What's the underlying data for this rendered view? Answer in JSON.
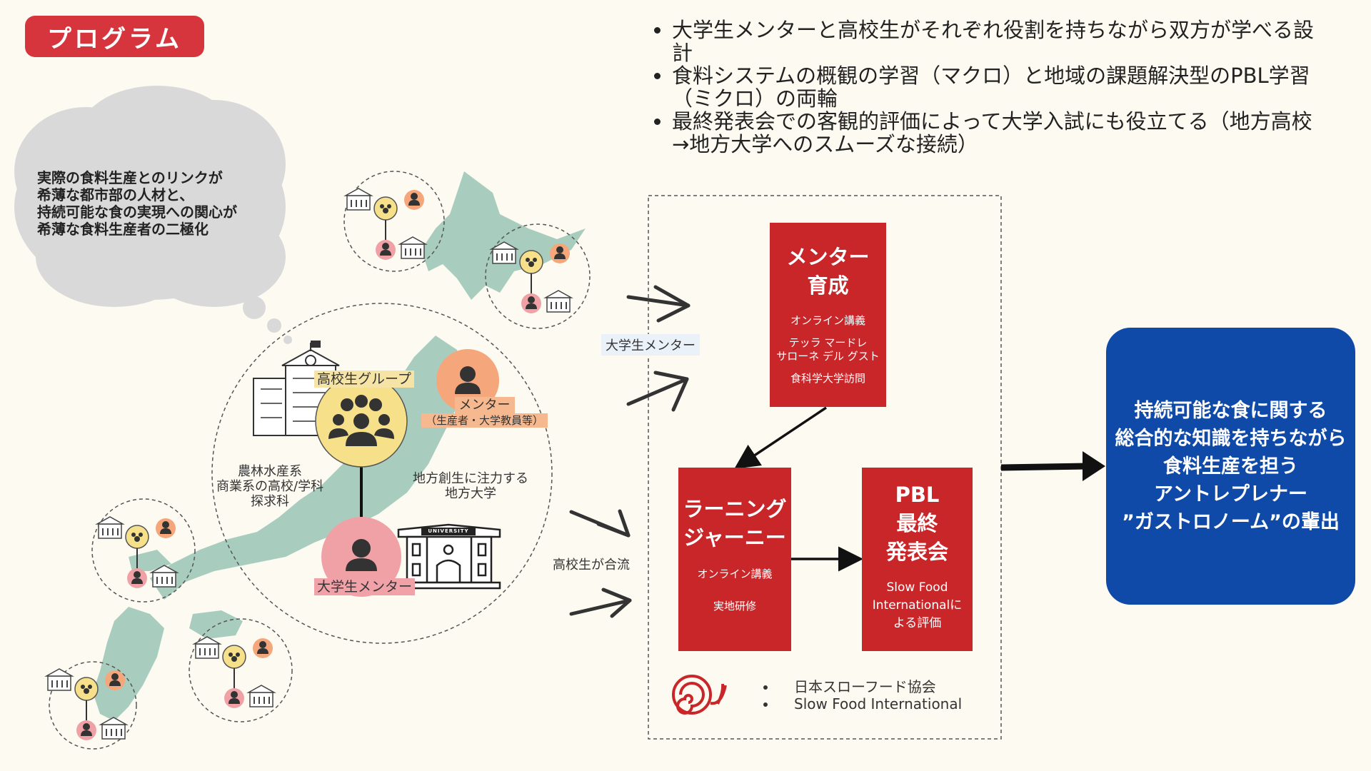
{
  "header": {
    "badge": "プログラム"
  },
  "bullets": [
    "大学生メンターと高校生がそれぞれ役割を持ちながら双方が学べる設計",
    "食料システムの概観の学習（マクロ）と地域の課題解決型のPBL学習（ミクロ）の両輪",
    "最終発表会での客観的評価によって大学入試にも役立てる（地方高校→地方大学へのスムーズな接続）"
  ],
  "thought_bubble": {
    "lines": [
      "実際の食料生産とのリンクが",
      "希薄な都市部の人材と、",
      "持続可能な食の実現への関心が",
      "希薄な食料生産者の二極化"
    ]
  },
  "hub": {
    "students_label": "高校生グループ",
    "mentor_label": "メンター",
    "mentor_sub": "（生産者・大学教員等）",
    "school_type": "農林水産系\n商業系の高校/学科\n探求科",
    "university_type": "地方創生に注力する\n地方大学",
    "university_sign": "UNIVERSITY",
    "student_mentor_label": "大学生メンター"
  },
  "flow": {
    "input_top": "大学生メンター",
    "input_bottom": "高校生が合流",
    "mentor_training": {
      "title": "メンター\n育成",
      "items": [
        "オンライン講義",
        "テッラ マードレ\nサローネ デル グスト",
        "食科学大学訪問"
      ]
    },
    "learning_journey": {
      "title": "ラーニング\nジャーニー",
      "items": [
        "オンライン講義",
        "実地研修"
      ]
    },
    "pbl": {
      "title": "PBL\n最終\n発表会",
      "items": [
        "Slow Food\nInternationalに\nよる評価"
      ]
    },
    "partners": [
      "日本スローフード協会",
      "Slow Food International"
    ]
  },
  "outcome": {
    "lines": [
      "持続可能な食に関する",
      "総合的な知識を持ちながら",
      "食料生産を担う",
      "アントレプレナー",
      "”ガストロノーム”の輩出"
    ]
  },
  "colors": {
    "badge": "#d6353d",
    "red_box": "#c9262a",
    "outcome": "#0f4aa8",
    "map": "#a8cdbf",
    "student_circle": "#f6e08a",
    "mentor_circle": "#f5a67a",
    "univ_mentor_circle": "#f0a1a6",
    "cloud": "#d9d9d9"
  }
}
